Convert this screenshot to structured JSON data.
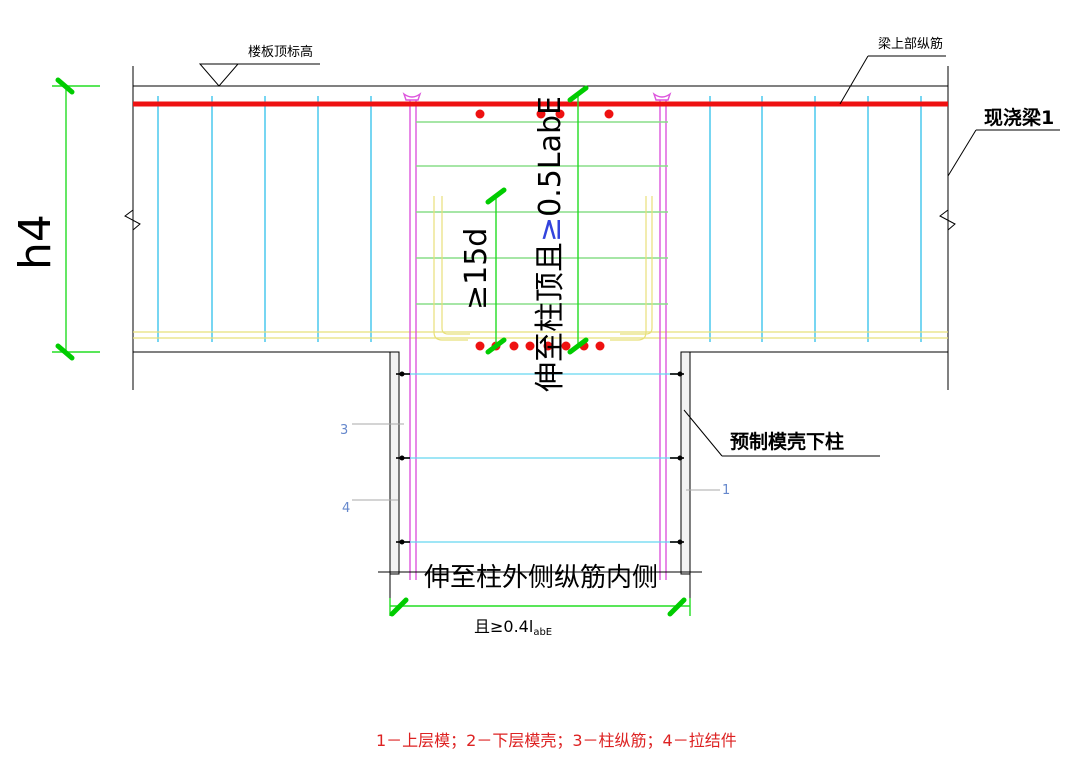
{
  "labels": {
    "slab_top_elevation": "楼板顶标高",
    "beam_top_longitudinal_bar": "梁上部纵筋",
    "cast_in_place_beam": "现浇梁1",
    "h4": "h4",
    "anchor_upper_prefix": "伸至柱顶且",
    "anchor_upper_ge": "≥",
    "anchor_upper_suffix": "0.5LabE",
    "anchor_15d": "≥15d",
    "precast_shell_column": "预制模壳下柱",
    "extend_to_column_inner": "伸至柱外侧纵筋内侧",
    "anchor_lower": "且≥0.4l",
    "anchor_lower_sub": "abE",
    "num_3": "3",
    "num_4": "4",
    "num_1": "1",
    "legend": "1－上层模；2－下层模壳；3－柱纵筋；4－拉结件"
  },
  "colors": {
    "beam_top_bar": "#ee1111",
    "stirrup": "#55ccee",
    "dimension": "#22dd22",
    "column_bar": "#dd55dd",
    "hook": "#e8e07a",
    "legend_text": "#dd2222",
    "blue_text": "#3344dd"
  }
}
